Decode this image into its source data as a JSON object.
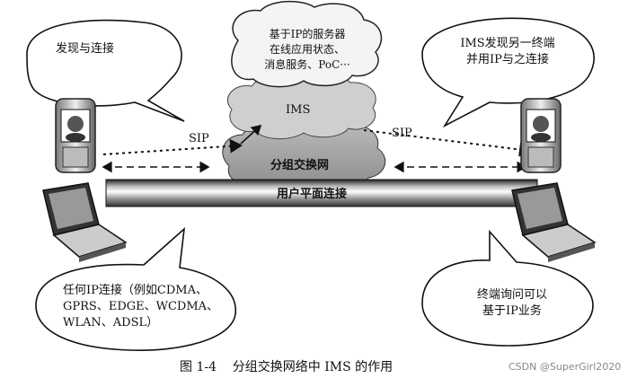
{
  "bubbles": {
    "top_left": "发现与连接",
    "top_right": [
      "IMS发现另一终端",
      "并用IP与之连接"
    ],
    "bottom_left": [
      "任何IP连接（例如CDMA、",
      "GPRS、EDGE、WCDMA、",
      "WLAN、ADSL）"
    ],
    "bottom_right": [
      "终端询问可以",
      "基于IP业务"
    ]
  },
  "clouds": {
    "services": [
      "基于IP的服务器",
      "在线应用状态、",
      "消息服务、PoC···"
    ],
    "ims": "IMS",
    "packet_network": "分组交换网"
  },
  "links": {
    "sip_left": "SIP",
    "sip_right": "SIP",
    "user_plane": "用户平面连接"
  },
  "caption": "图 1-4    分组交换网络中 IMS 的作用",
  "watermark": "CSDN @SuperGirl2020"
}
